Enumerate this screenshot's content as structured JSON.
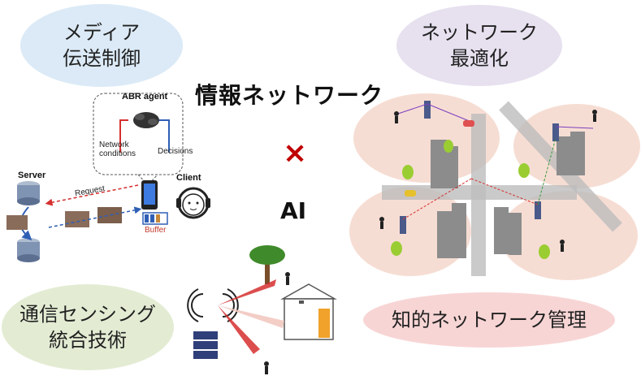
{
  "bubbles": {
    "media": {
      "line1": "メディア",
      "line2": "伝送制御",
      "color": "#dbeaf6"
    },
    "network_opt": {
      "line1": "ネットワーク",
      "line2": "最適化",
      "color": "#e6e0ef"
    },
    "isac": {
      "line1": "通信センシング",
      "line2": "統合技術",
      "color": "#e3ecd3"
    },
    "mgmt": {
      "line1": "知的ネットワーク管理",
      "color": "#f8d5d5"
    }
  },
  "center": {
    "title": "情報ネットワーク",
    "times": "×",
    "ai": "AI",
    "times_color": "#c00000"
  },
  "abr": {
    "agent_label": "ABR agent",
    "network_conditions_line1": "Network",
    "network_conditions_line2": "conditions",
    "decisions": "Decisions",
    "server": "Server",
    "client": "Client",
    "request": "Request",
    "buffer": "Buffer",
    "arrow_red": "#d62f2f",
    "arrow_blue": "#2f5fb5"
  }
}
